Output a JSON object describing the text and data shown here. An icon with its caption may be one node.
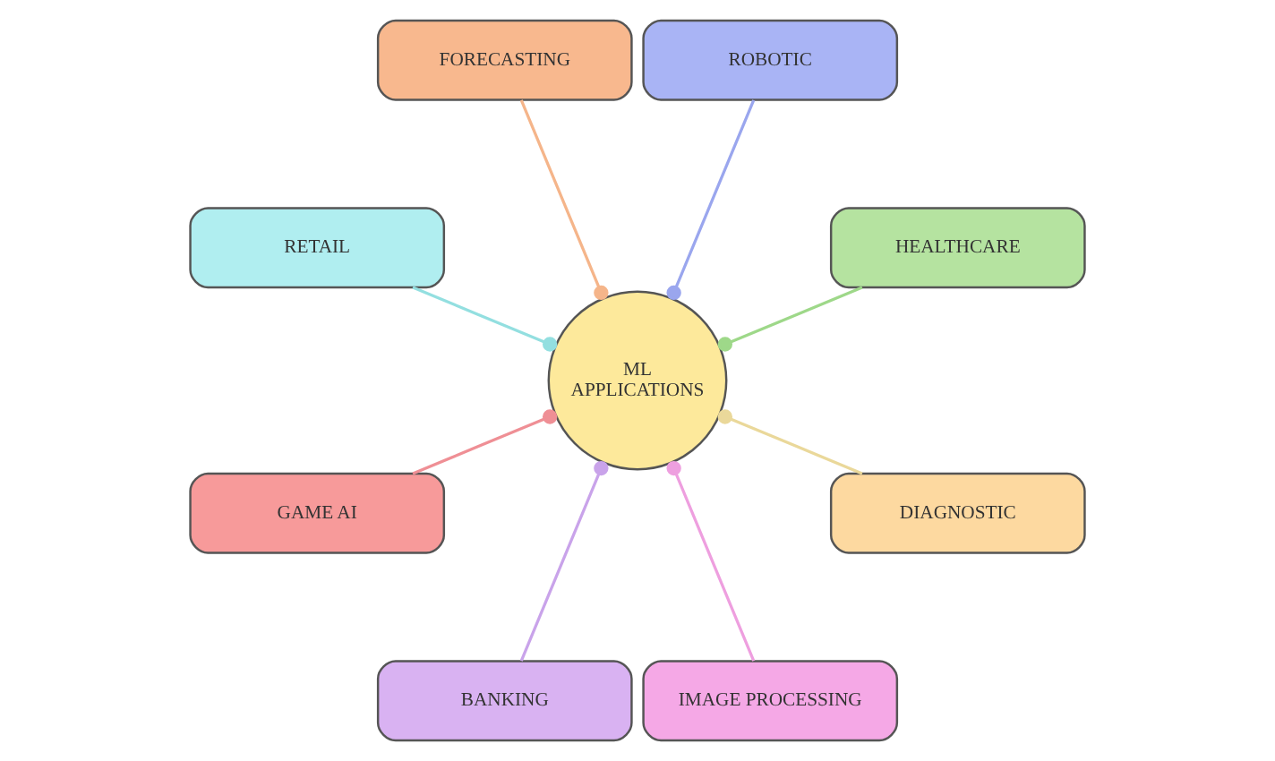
{
  "diagram": {
    "nodes": [
      {
        "text": [
          "HEALTHCARE"
        ]
      },
      {
        "text": [
          "ROBOTIC"
        ]
      },
      {
        "text": [
          "FORECASTING"
        ]
      },
      {
        "text": [
          "ML APPLICATIONS"
        ]
      },
      {
        "text": [
          "RETAIL"
        ]
      },
      {
        "text": [
          "GAME AI"
        ]
      },
      {
        "text": [
          "BANKING"
        ]
      },
      {
        "text": [
          "IMAGE PROCESSING"
        ]
      },
      {
        "text": [
          "DIAGNOSTIC"
        ]
      }
    ],
    "edges": [
      {
        "from": 0,
        "to": 3,
        "arrow": "other",
        "color": "#9ed889"
      },
      {
        "from": 1,
        "to": 3,
        "arrow": "other",
        "color": "#9aa6ee"
      },
      {
        "from": 2,
        "to": 3,
        "arrow": "other",
        "color": "#f5b58a"
      },
      {
        "from": 4,
        "to": 3,
        "arrow": "other",
        "color": "#93dfe0"
      },
      {
        "from": 5,
        "to": 3,
        "arrow": "other",
        "color": "#ef8f95"
      },
      {
        "from": 6,
        "to": 3,
        "arrow": "other",
        "color": "#c9a3ea"
      },
      {
        "from": 7,
        "to": 3,
        "arrow": "other",
        "color": "#ee9fdf"
      },
      {
        "from": 8,
        "to": 3,
        "arrow": "other",
        "color": "#ead89a"
      }
    ]
  }
}
